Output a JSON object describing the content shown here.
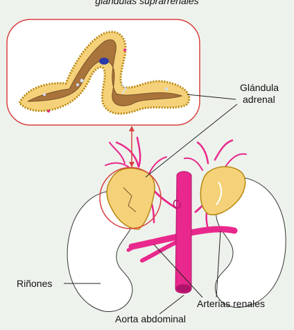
{
  "diagram": {
    "caption": "glándulas suprarrenales",
    "labels": {
      "adrenal_line1": "Glándula",
      "adrenal_line2": "adrenal",
      "kidneys": "Riñones",
      "renal_arteries": "Arterias renales",
      "aorta": "Aorta abdominal"
    },
    "colors": {
      "background": "#eef2ec",
      "gland_fill": "#f5d27a",
      "gland_outline": "#b8860b",
      "medulla": "#a8743c",
      "artery": "#e8288c",
      "artery_dark": "#b0146a",
      "zoom_frame": "#d94040",
      "kidney_fill": "#ffffff",
      "kidney_outline": "#333333"
    }
  }
}
